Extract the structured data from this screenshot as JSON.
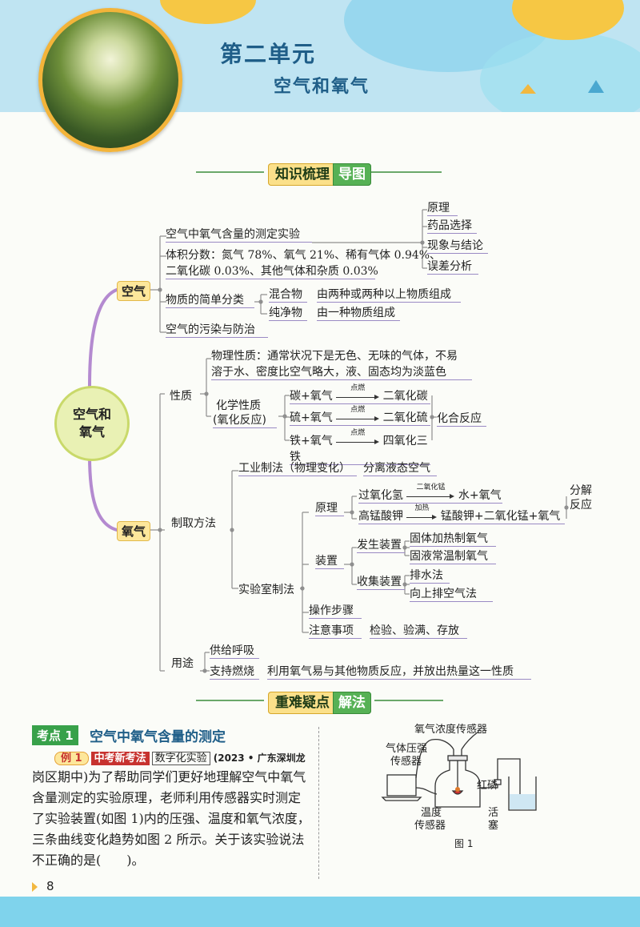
{
  "header": {
    "unit": "第二单元",
    "subtitle": "空气和氧气"
  },
  "sections": {
    "knowledge_prefix": "知识梳理",
    "knowledge_tag": "导图",
    "difficulty_prefix": "重难疑点",
    "difficulty_tag": "解法"
  },
  "mindmap": {
    "center_line1": "空气和",
    "center_line2": "氧气",
    "air": {
      "label": "空气",
      "measure": "空气中氧气含量的测定实验",
      "measure_items": [
        "原理",
        "药品选择",
        "现象与结论",
        "误差分析"
      ],
      "volume_line1": "体积分数：氮气 78%、氧气 21%、稀有气体 0.94%、",
      "volume_line2": "二氧化碳 0.03%、其他气体和杂质 0.03%",
      "classify": "物质的简单分类",
      "mixture": "混合物",
      "mixture_desc": "由两种或两种以上物质组成",
      "pure": "纯净物",
      "pure_desc": "由一种物质组成",
      "pollution": "空气的污染与防治"
    },
    "oxygen": {
      "label": "氧气",
      "property": "性质",
      "physical_line1": "物理性质：通常状况下是无色、无味的气体，不易",
      "physical_line2": "溶于水、密度比空气略大，液、固态均为淡蓝色",
      "chemical_line1": "化学性质",
      "chemical_line2": "(氧化反应)",
      "reactions": [
        {
          "left": "碳+氧气",
          "cond": "点燃",
          "right": "二氧化碳"
        },
        {
          "left": "硫+氧气",
          "cond": "点燃",
          "right": "二氧化硫"
        },
        {
          "left": "铁+氧气",
          "cond": "点燃",
          "right": "四氧化三铁"
        }
      ],
      "combination": "化合反应",
      "prep": "制取方法",
      "industrial": "工业制法（物理变化）",
      "industrial_desc": "分离液态空气",
      "lab": "实验室制法",
      "principle": "原理",
      "principle_r1_left": "过氧化氢",
      "principle_r1_cond": "二氧化锰",
      "principle_r1_right": "水+氧气",
      "principle_r2_left": "高锰酸钾",
      "principle_r2_cond": "加热",
      "principle_r2_right": "锰酸钾+二氧化锰+氧气",
      "decomp_line1": "分解",
      "decomp_line2": "反应",
      "apparatus": "装置",
      "generator": "发生装置",
      "gen1": "固体加热制氧气",
      "gen2": "固液常温制氧气",
      "collector": "收集装置",
      "col1": "排水法",
      "col2": "向上排空气法",
      "steps": "操作步骤",
      "notes": "注意事项",
      "notes_desc": "检验、验满、存放",
      "use": "用途",
      "use1": "供给呼吸",
      "use2": "支持燃烧",
      "use2_desc": "利用氧气易与其他物质反应，并放出热量这一性质"
    }
  },
  "kaodian": {
    "badge": "考点 1",
    "title": "空气中氧气含量的测定"
  },
  "example": {
    "num": "例 1",
    "tag1": "中考新考法",
    "tag2": "数字化实验",
    "source1": "(2023 • 广东深圳龙",
    "line1": "岗区期中)为了帮助同学们更好地理解空气中氧气",
    "line2": "含量测定的实验原理，老师利用传感器实时测定",
    "line3": "了实验装置(如图 1)内的压强、温度和氧气浓度，",
    "line4": "三条曲线变化趋势如图 2 所示。关于该实验说法",
    "line5": "不正确的是(　　)。"
  },
  "figure": {
    "o2_sensor": "氧气浓度传感器",
    "pressure_line1": "气体压强",
    "pressure_line2": "传感器",
    "red_p": "红磷",
    "temp_line1": "温度",
    "temp_line2": "传感器",
    "valve_line1": "活",
    "valve_line2": "塞",
    "caption": "图 1"
  },
  "page_number": "8",
  "colors": {
    "branch": "#b48ad0",
    "accent_green": "#56b155",
    "node_yellow": "#fde79b",
    "title_blue": "#1f5e88"
  }
}
